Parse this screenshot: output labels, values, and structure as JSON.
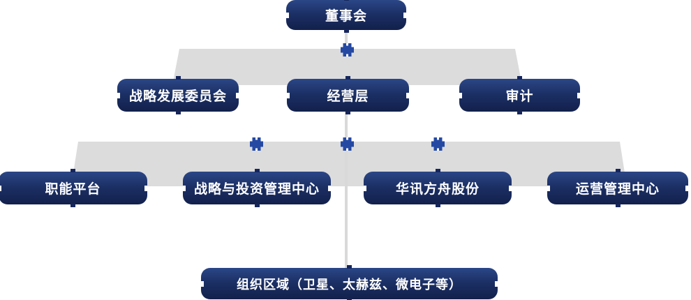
{
  "diagram": {
    "type": "org-chart",
    "nodes": {
      "board": "董事会",
      "strategy_committee": "战略发展委员会",
      "management": "经营层",
      "audit": "审计",
      "functional_platform": "职能平台",
      "strategy_investment_center": "战略与投资管理中心",
      "huaxun_ark": "华讯方舟股份",
      "operations_center": "运营管理中心",
      "org_region": "组织区域（卫星、太赫兹、微电子等）"
    },
    "levels": [
      [
        "董事会"
      ],
      [
        "战略发展委员会",
        "经营层",
        "审计"
      ],
      [
        "职能平台",
        "战略与投资管理中心",
        "华讯方舟股份",
        "运营管理中心"
      ],
      [
        "组织区域（卫星、太赫兹、微电子等）"
      ]
    ],
    "connections": [
      {
        "from": "董事会",
        "to": "level-2-band"
      },
      {
        "from": "经营层",
        "to": "level-3-band"
      },
      {
        "from": "经营层",
        "to": "组织区域（卫星、太赫兹、微电子等）"
      }
    ],
    "icons": {
      "joint": "puzzle-plus-icon"
    },
    "colors": {
      "node_gradient_top": "#2b4787",
      "node_gradient_bottom": "#12204b",
      "band_gray": "#dcdcdc",
      "connector_gray": "#d9d9d9",
      "joint_blue": "#2549a3",
      "text": "#ffffff",
      "background": "#ffffff"
    }
  }
}
